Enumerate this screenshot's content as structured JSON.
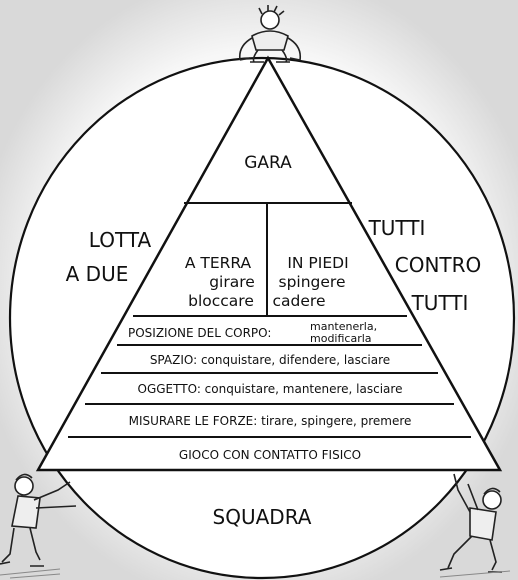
{
  "diagram": {
    "apex": "GARA",
    "middle_left": {
      "title": "A TERRA",
      "line1": "girare",
      "line2": "bloccare"
    },
    "middle_right": {
      "title": "IN PIEDI",
      "line1": "spingere",
      "line2": "cadere"
    },
    "bands": [
      {
        "part1": "POSIZIONE DEL CORPO:",
        "part2a": "mantenerla,",
        "part2b": "modificarla"
      },
      {
        "text": "SPAZIO: conquistare, difendere, lasciare"
      },
      {
        "text": "OGGETTO: conquistare, mantenere, lasciare"
      },
      {
        "text": "MISURARE LE FORZE: tirare, spingere, premere"
      },
      {
        "text": "GIOCO CON CONTATTO FISICO"
      }
    ],
    "left_label": [
      "LOTTA",
      "A DUE"
    ],
    "right_label": [
      "TUTTI",
      "CONTRO",
      "TUTTI"
    ],
    "bottom_label": "SQUADRA"
  }
}
